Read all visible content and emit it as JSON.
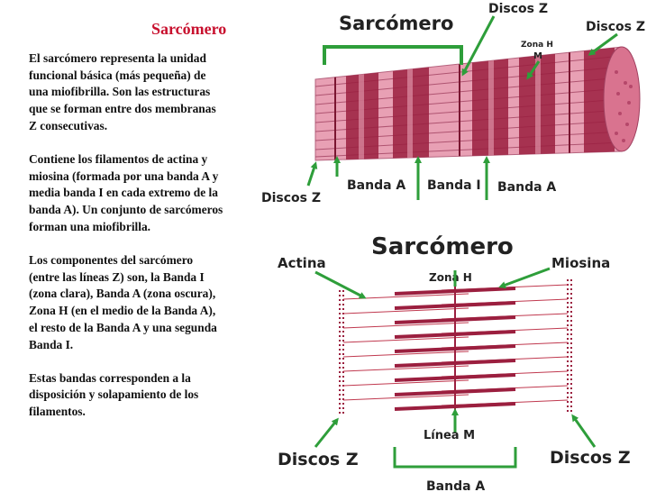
{
  "slide": {
    "title": "Sarcómero",
    "paragraphs": [
      "El sarcómero representa la unidad funcional básica (más pequeña) de una miofibrilla. Son las estructuras que se forman entre dos membranas Z consecutivas.",
      "Contiene los filamentos de actina y miosina (formada por una banda A y media banda I en cada extremo de la banda A). Un conjunto de sarcómeros forman una miofibrilla.",
      "Los componentes del sarcómero (entre las líneas Z) son, la Banda I (zona clara), Banda A (zona oscura), Zona H (en el medio de la Banda A), el resto de la Banda A y una segunda Banda I.",
      "Estas bandas corresponden a la disposición y solapamiento de los filamentos."
    ]
  },
  "top_figure": {
    "sarcomero": "Sarcómero",
    "discos_z_top": "Discos Z",
    "discos_z_right": "Discos Z",
    "zona_h_line1": "Zona H",
    "zona_h_line2": "M",
    "discos_z_left": "Discos Z",
    "banda_a_1": "Banda A",
    "banda_i": "Banda I",
    "banda_a_2": "Banda A"
  },
  "bottom_figure": {
    "sarcomero": "Sarcómero",
    "actina": "Actina",
    "miosina": "Miosina",
    "zona_h": "Zona H",
    "linea_m": "Línea M",
    "discos_z_left": "Discos Z",
    "discos_z_right": "Discos Z",
    "banda_a": "Banda A"
  },
  "colors": {
    "title": "#c8102e",
    "arrow": "#2e9e3a",
    "myofibril_fill": "#e8a0b4",
    "myosin": "#9b1f3f",
    "actin": "#c0394f"
  }
}
